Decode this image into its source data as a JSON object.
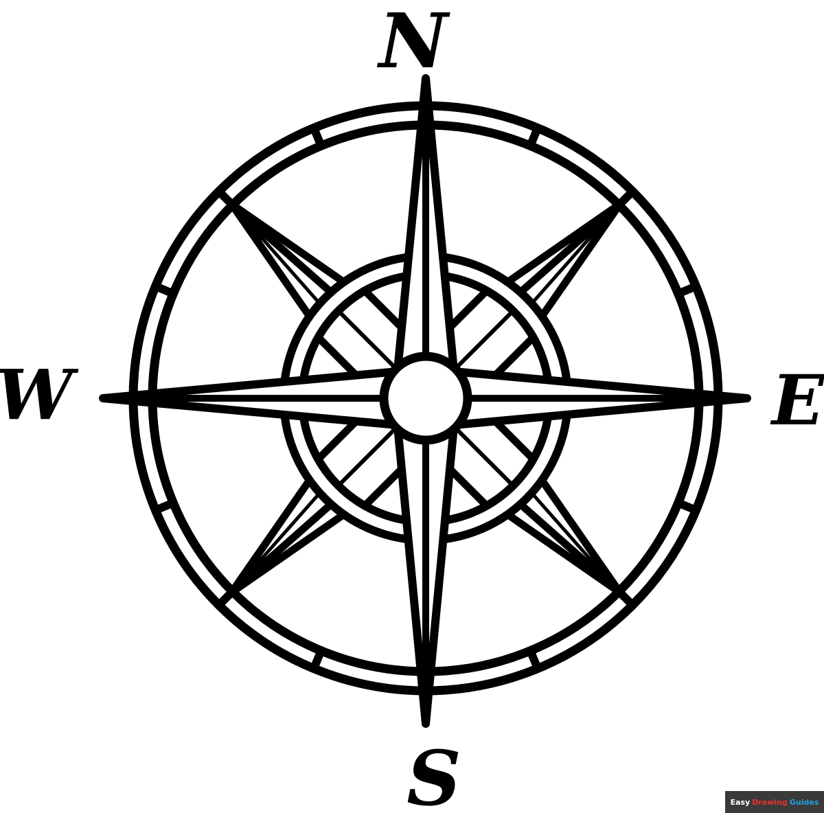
{
  "image": {
    "subject": "Compass rose line drawing",
    "background_color": "#ffffff",
    "stroke_color": "#000000"
  },
  "compass": {
    "labels": {
      "north": "N",
      "east": "E",
      "south": "S",
      "west": "W"
    }
  },
  "watermark": {
    "part1": "Easy",
    "part2": "Drawing",
    "part3": "Guides",
    "colors": {
      "background": "#3a3a3a",
      "part1": "#ffffff",
      "part2": "#e8322c",
      "part3": "#1fa3e0"
    }
  }
}
